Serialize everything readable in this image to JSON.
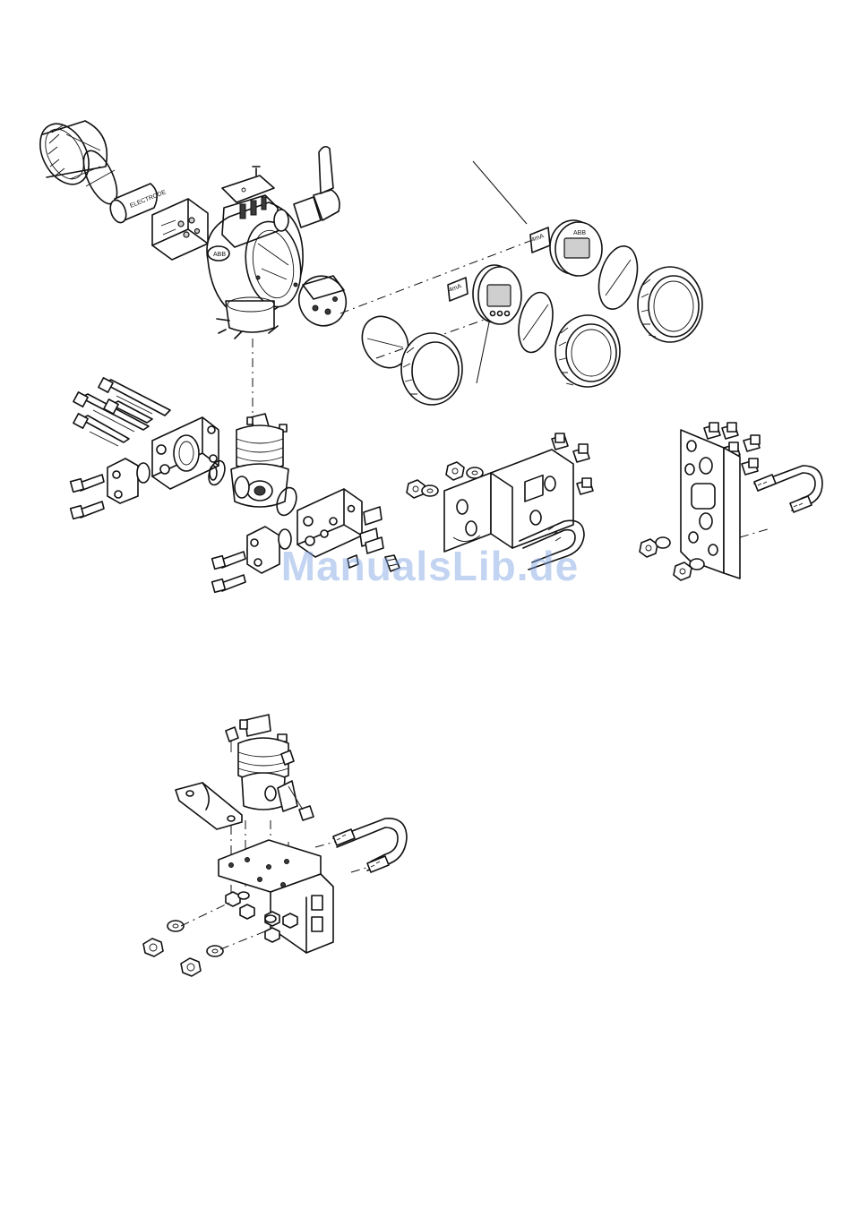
{
  "watermark": {
    "text": "ManualsLib.de",
    "color": "#7aa0e1"
  },
  "figure": {
    "type": "exploded-view line drawing",
    "assemblies": [
      "transmitter-housing",
      "lcd-display-options",
      "sensor-and-flanges",
      "flat-mounting-bracket",
      "pipe-mounting-plate",
      "low-mount-bracket"
    ],
    "part_labels": {
      "sensor_sleeve": "ELECTRODE",
      "display_logo": "ABB",
      "display_tag": "4mA"
    },
    "line_color": "#111111"
  }
}
